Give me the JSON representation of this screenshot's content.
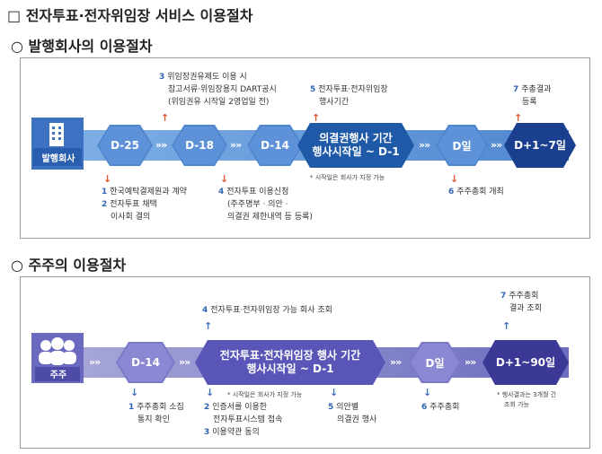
{
  "title": "□ 전자투표·전자위임장 서비스 이용절차",
  "issuer": {
    "heading": "○ 발행회사의 이용절차",
    "actor": "발행회사",
    "steps": [
      "D-25",
      "D-18",
      "D-14"
    ],
    "main_line1": "의결권행사 기간",
    "main_line2": "행사시작일 ~ D-1",
    "main_note": "* 시작일은 회사가 지정 가능",
    "d_day": "D일",
    "final": "D+1~7일",
    "notes_top": [
      {
        "num": "3",
        "lines": [
          "위임장권유제도 이용 시",
          "참고서류·위임장용지 DART공시",
          "(위임권유 시작일 2영업일 전)"
        ]
      },
      {
        "num": "5",
        "lines": [
          "전자투표·전자위임장",
          "행사기간"
        ]
      },
      {
        "num": "7",
        "lines": [
          "주총결과",
          "등록"
        ]
      }
    ],
    "notes_bottom": [
      {
        "num": "1",
        "lines": [
          "한국예탁결제원과 계약"
        ]
      },
      {
        "num": "2",
        "lines": [
          "전자투표 채택",
          "이사회 결의"
        ]
      },
      {
        "num": "4",
        "lines": [
          "전자투표 이용신청",
          "(주주명부 · 의안 ·",
          "의결권 제한내역 등 등록)"
        ]
      },
      {
        "num": "6",
        "lines": [
          "주주총회 개최"
        ]
      }
    ]
  },
  "shareholder": {
    "heading": "○ 주주의 이용절차",
    "actor": "주주",
    "step": "D-14",
    "main_line1": "전자투표·전자위임장 행사 기간",
    "main_line2": "행사시작일 ~ D-1",
    "main_note": "* 시작일은 회사가 지정 가능",
    "d_day": "D일",
    "final": "D+1~90일",
    "final_note": [
      "* 행사결과는 3개월 간",
      "조회 가능"
    ],
    "notes_top": [
      {
        "num": "4",
        "lines": [
          "전자투표·전자위임장 가능 회사 조회"
        ]
      },
      {
        "num": "7",
        "lines": [
          "주주총회",
          "결과 조회"
        ]
      }
    ],
    "notes_bottom": [
      {
        "num": "1",
        "lines": [
          "주주총회 소집",
          "통지 확인"
        ]
      },
      {
        "num": "2",
        "lines": [
          "인증서를 이용한",
          "전자투표시스템 접속"
        ]
      },
      {
        "num": "3",
        "lines": [
          "이용약관 동의"
        ]
      },
      {
        "num": "5",
        "lines": [
          "의안별",
          "의결권 행사"
        ]
      },
      {
        "num": "6",
        "lines": [
          "주주총회"
        ]
      }
    ]
  }
}
